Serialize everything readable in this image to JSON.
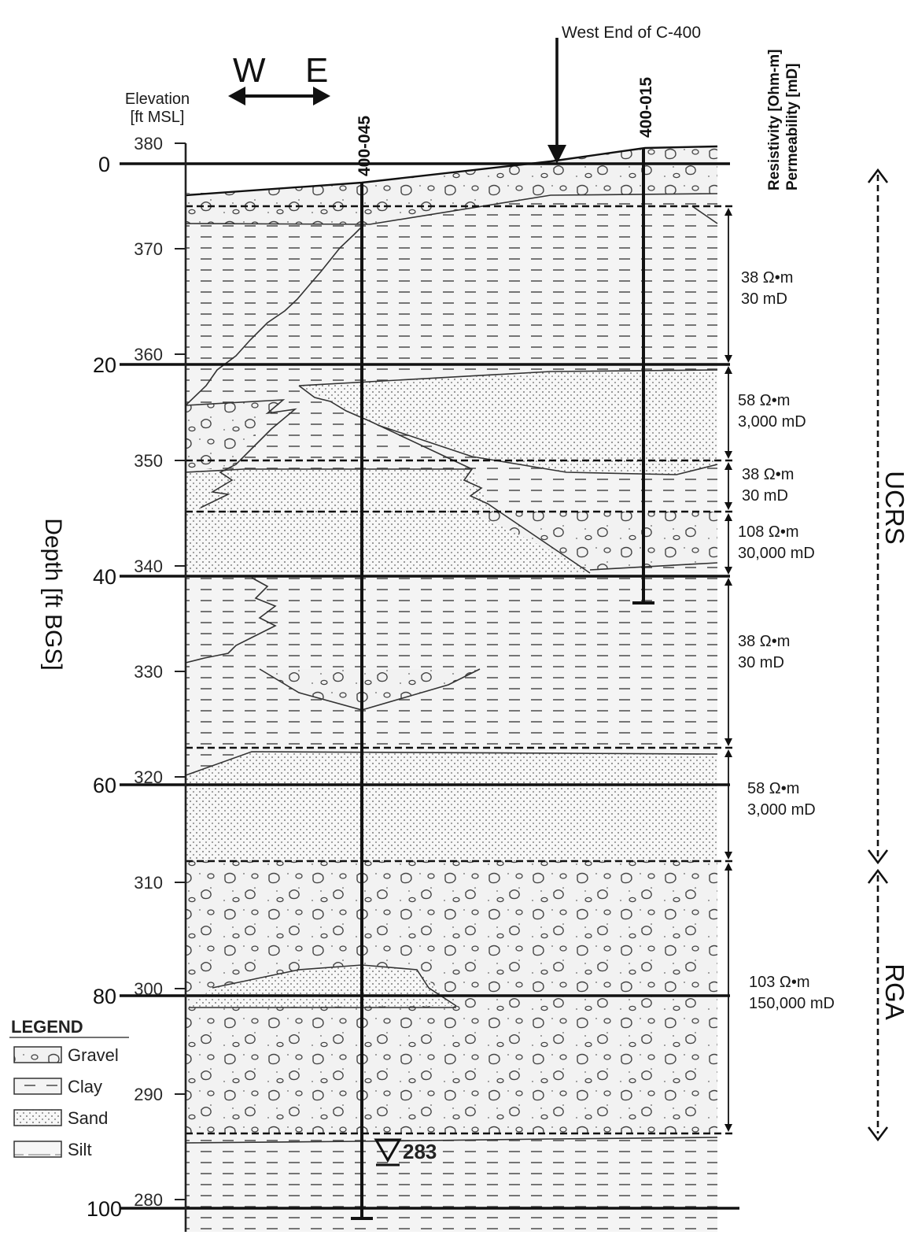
{
  "header": {
    "dir_west": "W",
    "dir_east": "E",
    "elevation_label_1": "Elevation",
    "elevation_label_2": "[ft MSL]",
    "west_end_label": "West End of C-400",
    "resistivity_header": "Resistivity [Ohm-m]",
    "permeability_header": "Permeability [mD]"
  },
  "wells": [
    {
      "id": "400-045"
    },
    {
      "id": "400-015"
    }
  ],
  "axes": {
    "depth_label": "Depth [ft BGS]",
    "depth_ticks": [
      "0",
      "20",
      "40",
      "60",
      "80",
      "100"
    ],
    "elevation_ticks": [
      "380",
      "370",
      "360",
      "350",
      "340",
      "330",
      "320",
      "310",
      "300",
      "290",
      "280"
    ]
  },
  "layers": [
    {
      "resistivity": "38 Ω•m",
      "permeability": "30 mD"
    },
    {
      "resistivity": "58 Ω•m",
      "permeability": "3,000 mD"
    },
    {
      "resistivity": "38 Ω•m",
      "permeability": "30 mD"
    },
    {
      "resistivity": "108 Ω•m",
      "permeability": "30,000 mD"
    },
    {
      "resistivity": "38 Ω•m",
      "permeability": "30 mD"
    },
    {
      "resistivity": "58 Ω•m",
      "permeability": "3,000 mD"
    },
    {
      "resistivity": "103 Ω•m",
      "permeability": "150,000 mD"
    }
  ],
  "units": {
    "upper": "UCRS",
    "lower": "RGA"
  },
  "water_level": "283",
  "legend": {
    "title": "LEGEND",
    "items": [
      "Gravel",
      "Clay",
      "Sand",
      "Silt"
    ]
  }
}
